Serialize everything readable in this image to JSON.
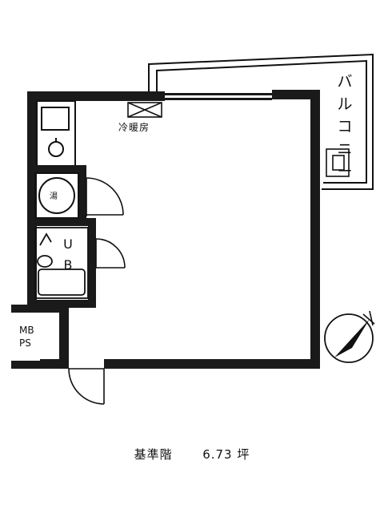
{
  "plan": {
    "balcony_label": "バルコニー",
    "aircon_label": "冷暖房",
    "mbps_label_line1": "MB",
    "mbps_label_line2": "PS",
    "water_heater_label": "湯",
    "unit_bath_label_line1": "U",
    "unit_bath_label_line2": "B"
  },
  "caption": {
    "floor_label": "基準階",
    "area_value": "6.73",
    "area_unit": "坪"
  }
}
